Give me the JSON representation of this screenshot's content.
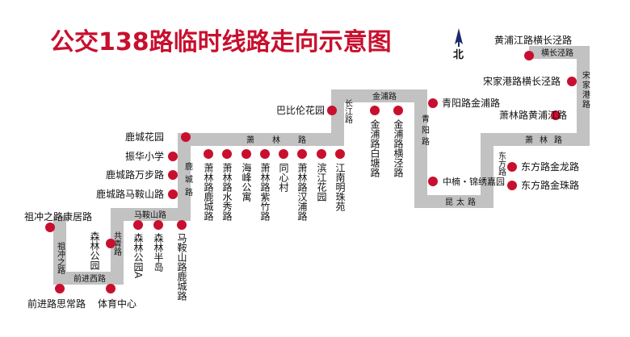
{
  "title": "公交138路临时线路走向示意图",
  "north": "北",
  "colors": {
    "title": "#c8102e",
    "route": "#c2c2c2",
    "stop": "#c8102e"
  },
  "stops": [
    {
      "id": "s1",
      "name": "前进路思常路"
    },
    {
      "id": "s2",
      "name": "体育中心"
    },
    {
      "id": "s3",
      "name": "森林公园"
    },
    {
      "id": "s4",
      "name": "祖冲之路康居路"
    },
    {
      "id": "s5",
      "name": "森林公园A"
    },
    {
      "id": "s6",
      "name": "森林半岛"
    },
    {
      "id": "s7",
      "name": "马鞍山路鹿城路"
    },
    {
      "id": "s8",
      "name": "鹿城路马鞍山路"
    },
    {
      "id": "s9",
      "name": "鹿城路万步路"
    },
    {
      "id": "s10",
      "name": "振华小学"
    },
    {
      "id": "s11",
      "name": "鹿城花园"
    },
    {
      "id": "s12",
      "name": "萧林路鹿城路"
    },
    {
      "id": "s13",
      "name": "萧林路水秀路"
    },
    {
      "id": "s14",
      "name": "海峰公寓"
    },
    {
      "id": "s15",
      "name": "萧林路紫竹路"
    },
    {
      "id": "s16",
      "name": "同心村"
    },
    {
      "id": "s17",
      "name": "萧林路汉浦路"
    },
    {
      "id": "s18",
      "name": "滨江花园"
    },
    {
      "id": "s19",
      "name": "江南明珠苑"
    },
    {
      "id": "s20",
      "name": "巴比伦花园"
    },
    {
      "id": "s21",
      "name": "金浦路白塘路"
    },
    {
      "id": "s22",
      "name": "金浦路横泾路"
    },
    {
      "id": "s23",
      "name": "青阳路金浦路"
    },
    {
      "id": "s24",
      "name": "中楠・锦绣嘉园"
    },
    {
      "id": "s25",
      "name": "东方路金龙路"
    },
    {
      "id": "s26",
      "name": "东方路金珠路"
    },
    {
      "id": "s27",
      "name": "萧林路黄浦江路"
    },
    {
      "id": "s28",
      "name": "宋家港路横长泾路"
    },
    {
      "id": "s29",
      "name": "黄浦江路横长泾路"
    }
  ],
  "roads": [
    {
      "id": "r1",
      "name": "祖冲之路"
    },
    {
      "id": "r2",
      "name": "前进西路"
    },
    {
      "id": "r3",
      "name": "共青路"
    },
    {
      "id": "r4",
      "name": "马鞍山路"
    },
    {
      "id": "r5",
      "name": "鹿城路"
    },
    {
      "id": "r6",
      "name": "萧林路"
    },
    {
      "id": "r7",
      "name": "长江路"
    },
    {
      "id": "r8",
      "name": "金浦路"
    },
    {
      "id": "r9",
      "name": "青阳路"
    },
    {
      "id": "r10",
      "name": "昆太路"
    },
    {
      "id": "r11",
      "name": "东方路"
    },
    {
      "id": "r12",
      "name": "萧林路"
    },
    {
      "id": "r13",
      "name": "宋家港路"
    },
    {
      "id": "r14",
      "name": "横长泾路"
    }
  ]
}
